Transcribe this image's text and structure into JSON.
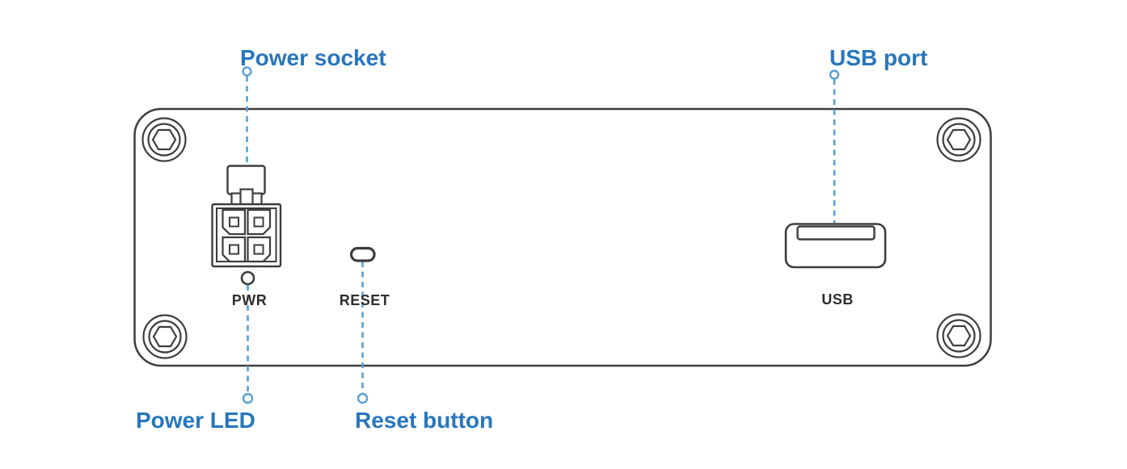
{
  "callouts": {
    "power_socket": "Power socket",
    "usb_port": "USB port",
    "power_led": "Power LED",
    "reset_button": "Reset button"
  },
  "panel": {
    "pwr_label": "PWR",
    "reset_label": "RESET",
    "usb_label": "USB"
  },
  "components": {
    "corner_screw_count": 4,
    "power_socket_pin_count": 4
  },
  "colors": {
    "callout_blue": "#2776bd",
    "leader_line_blue": "#58a0d7",
    "outline_dark": "#3d3d3d",
    "port_label_dark": "#2e2e2e",
    "background": "#ffffff"
  }
}
